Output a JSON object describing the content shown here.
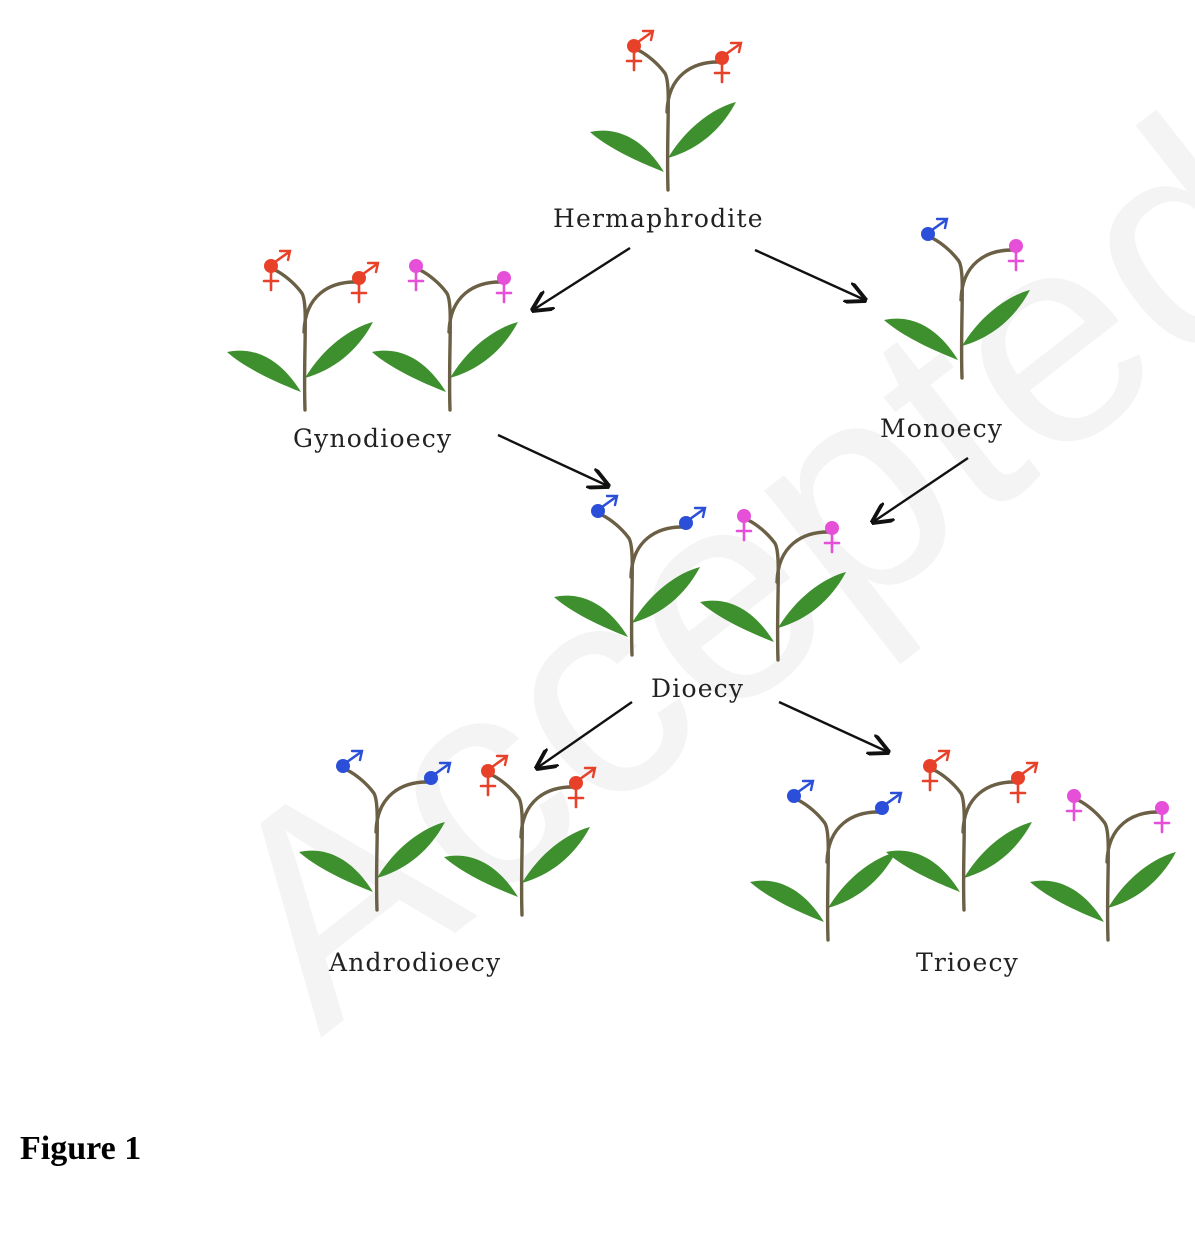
{
  "watermark": "Accepted",
  "caption": "Figure 1",
  "stages": [
    {
      "id": "hermaphrodite",
      "label": "Hermaphrodite",
      "plants": [
        [
          "bisexual",
          "bisexual"
        ]
      ]
    },
    {
      "id": "gynodioecy",
      "label": "Gynodioecy",
      "plants": [
        [
          "bisexual",
          "bisexual"
        ],
        [
          "female",
          "female"
        ]
      ]
    },
    {
      "id": "monoecy",
      "label": "Monoecy",
      "plants": [
        [
          "male",
          "female"
        ]
      ]
    },
    {
      "id": "dioecy",
      "label": "Dioecy",
      "plants": [
        [
          "male",
          "male"
        ],
        [
          "female",
          "female"
        ]
      ]
    },
    {
      "id": "androdioecy",
      "label": "Androdioecy",
      "plants": [
        [
          "male",
          "male"
        ],
        [
          "bisexual",
          "bisexual"
        ]
      ]
    },
    {
      "id": "trioecy",
      "label": "Trioecy",
      "plants": [
        [
          "male",
          "male"
        ],
        [
          "bisexual",
          "bisexual"
        ],
        [
          "female",
          "female"
        ]
      ]
    }
  ],
  "transitions": [
    {
      "from": "hermaphrodite",
      "to": "gynodioecy"
    },
    {
      "from": "hermaphrodite",
      "to": "monoecy"
    },
    {
      "from": "gynodioecy",
      "to": "dioecy"
    },
    {
      "from": "monoecy",
      "to": "dioecy"
    },
    {
      "from": "dioecy",
      "to": "androdioecy"
    },
    {
      "from": "dioecy",
      "to": "trioecy"
    }
  ],
  "colors": {
    "bisexual": "#e8412a",
    "male": "#2b4fd9",
    "female": "#e64fd8",
    "leaf": "#3e8f2d",
    "stem": "#6b5f45",
    "arrow": "#111111"
  }
}
